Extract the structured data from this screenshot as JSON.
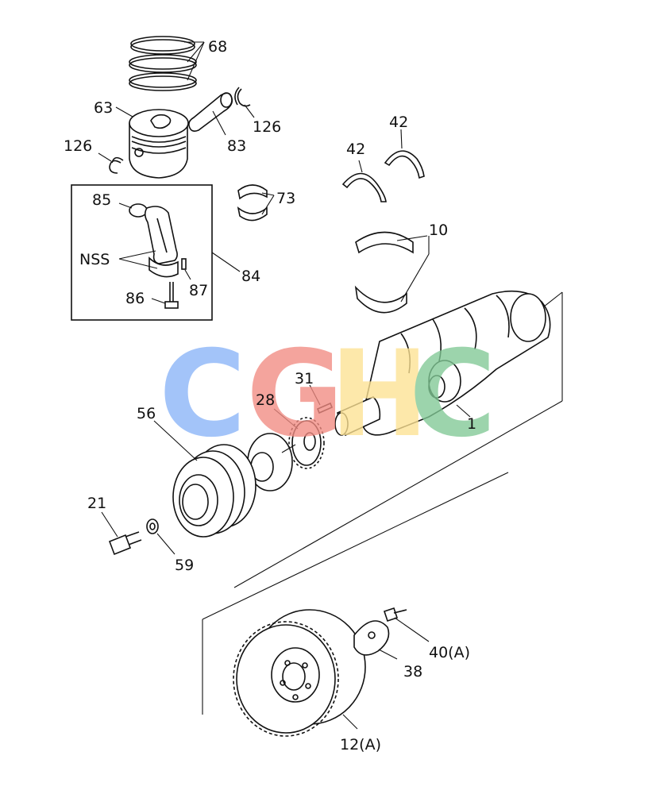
{
  "labels": {
    "rings": "68",
    "piston": "63",
    "pin_clip_right": "126",
    "pin_clip_left": "126",
    "piston_pin": "83",
    "rod_kit": "84",
    "bushing": "85",
    "nss": "NSS",
    "rod_bolt": "86",
    "rod_dowel": "87",
    "rod_bearing": "73",
    "thrust_washer_a": "42",
    "thrust_washer_b": "42",
    "main_bearing": "10",
    "crankshaft": "1",
    "key": "31",
    "timing_gear": "28",
    "damper": "56",
    "washer": "59",
    "bolt": "21",
    "flywheel_bolt": "40(A)",
    "flywheel_plate": "38",
    "flywheel": "12(A)"
  },
  "watermark": {
    "letters": [
      "C",
      "G",
      "H",
      "C"
    ],
    "colors": [
      "#8ab4f8",
      "#f28b82",
      "#fde293",
      "#81c995"
    ]
  }
}
